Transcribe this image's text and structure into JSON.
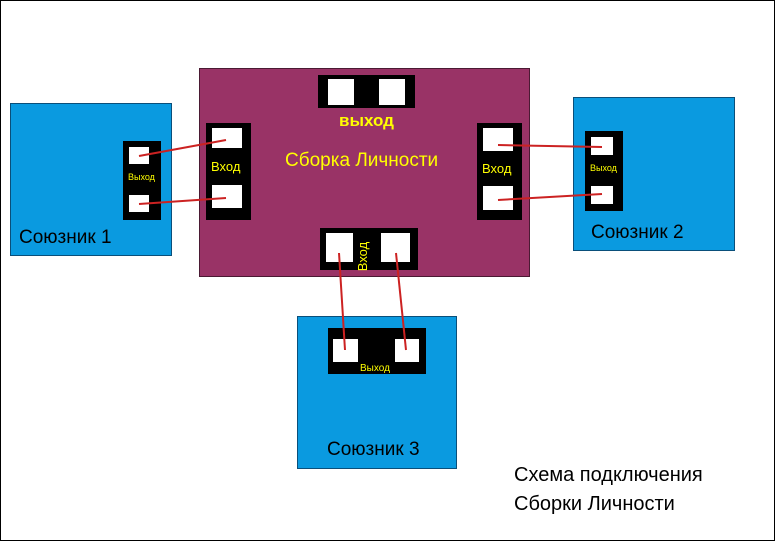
{
  "colors": {
    "ally_fill": "#0a9ae0",
    "core_fill": "#993366",
    "connector": "#000000",
    "port": "#ffffff",
    "wire": "#cc2222",
    "port_text": "#ffff00"
  },
  "core": {
    "title": "Сборка Личности",
    "output_label": "выход",
    "input_left": "Вход",
    "input_right": "Вход",
    "input_bottom": "Вход"
  },
  "allies": [
    {
      "name": "Союзник 1",
      "port_label": "Выход"
    },
    {
      "name": "Союзник 2",
      "port_label": "Выход"
    },
    {
      "name": "Союзник 3",
      "port_label": "Выход"
    }
  ],
  "caption": {
    "line1": "Схема подключения",
    "line2": "Сборки Личности"
  }
}
